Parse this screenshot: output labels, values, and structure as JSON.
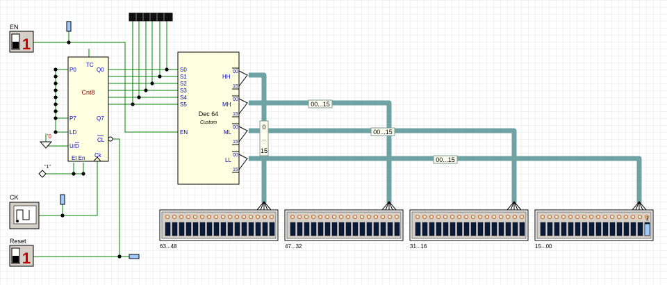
{
  "inputs": {
    "en": {
      "label": "EN",
      "value": "1"
    },
    "ck": {
      "label": "CK"
    },
    "reset": {
      "label": "Reset",
      "value": "1"
    }
  },
  "counter": {
    "name": "Cnt8",
    "pins_left": [
      "P0",
      "P7",
      "LD",
      "U/D",
      "Et En"
    ],
    "pins_right": [
      "TC",
      "Q0",
      "Q7",
      "CL",
      "Ck"
    ],
    "const_zero": "'0",
    "const_one": "\"1\""
  },
  "decoder": {
    "name": "Dec 64",
    "subtitle": "Custom",
    "inputs": [
      "S0",
      "S1",
      "S2",
      "S3",
      "S4",
      "S5"
    ],
    "enable": "EN",
    "outputs": [
      "HH",
      "MH",
      "ML",
      "LL"
    ],
    "range_top": "00",
    "range_bottom": "15"
  },
  "bus_labels": {
    "vertical": [
      "0",
      "..",
      "15"
    ],
    "mh": "00...15",
    "ml": "00...15",
    "ll": "00...15"
  },
  "displays": [
    {
      "label": "63...48",
      "last_value": ""
    },
    {
      "label": "47...32",
      "last_value": ""
    },
    {
      "label": "31...16",
      "last_value": ""
    },
    {
      "label": "15...00",
      "last_value": "1"
    }
  ],
  "colors": {
    "grid": "#e4e4e4",
    "wire": "#008000",
    "bus": "#6fa2a2",
    "pin_text": "#0000cc",
    "block_fill": "#ffffe1",
    "led_fill": "#ffeecc",
    "led_stroke": "#c04000",
    "probe_fill": "#9ec9ff"
  }
}
